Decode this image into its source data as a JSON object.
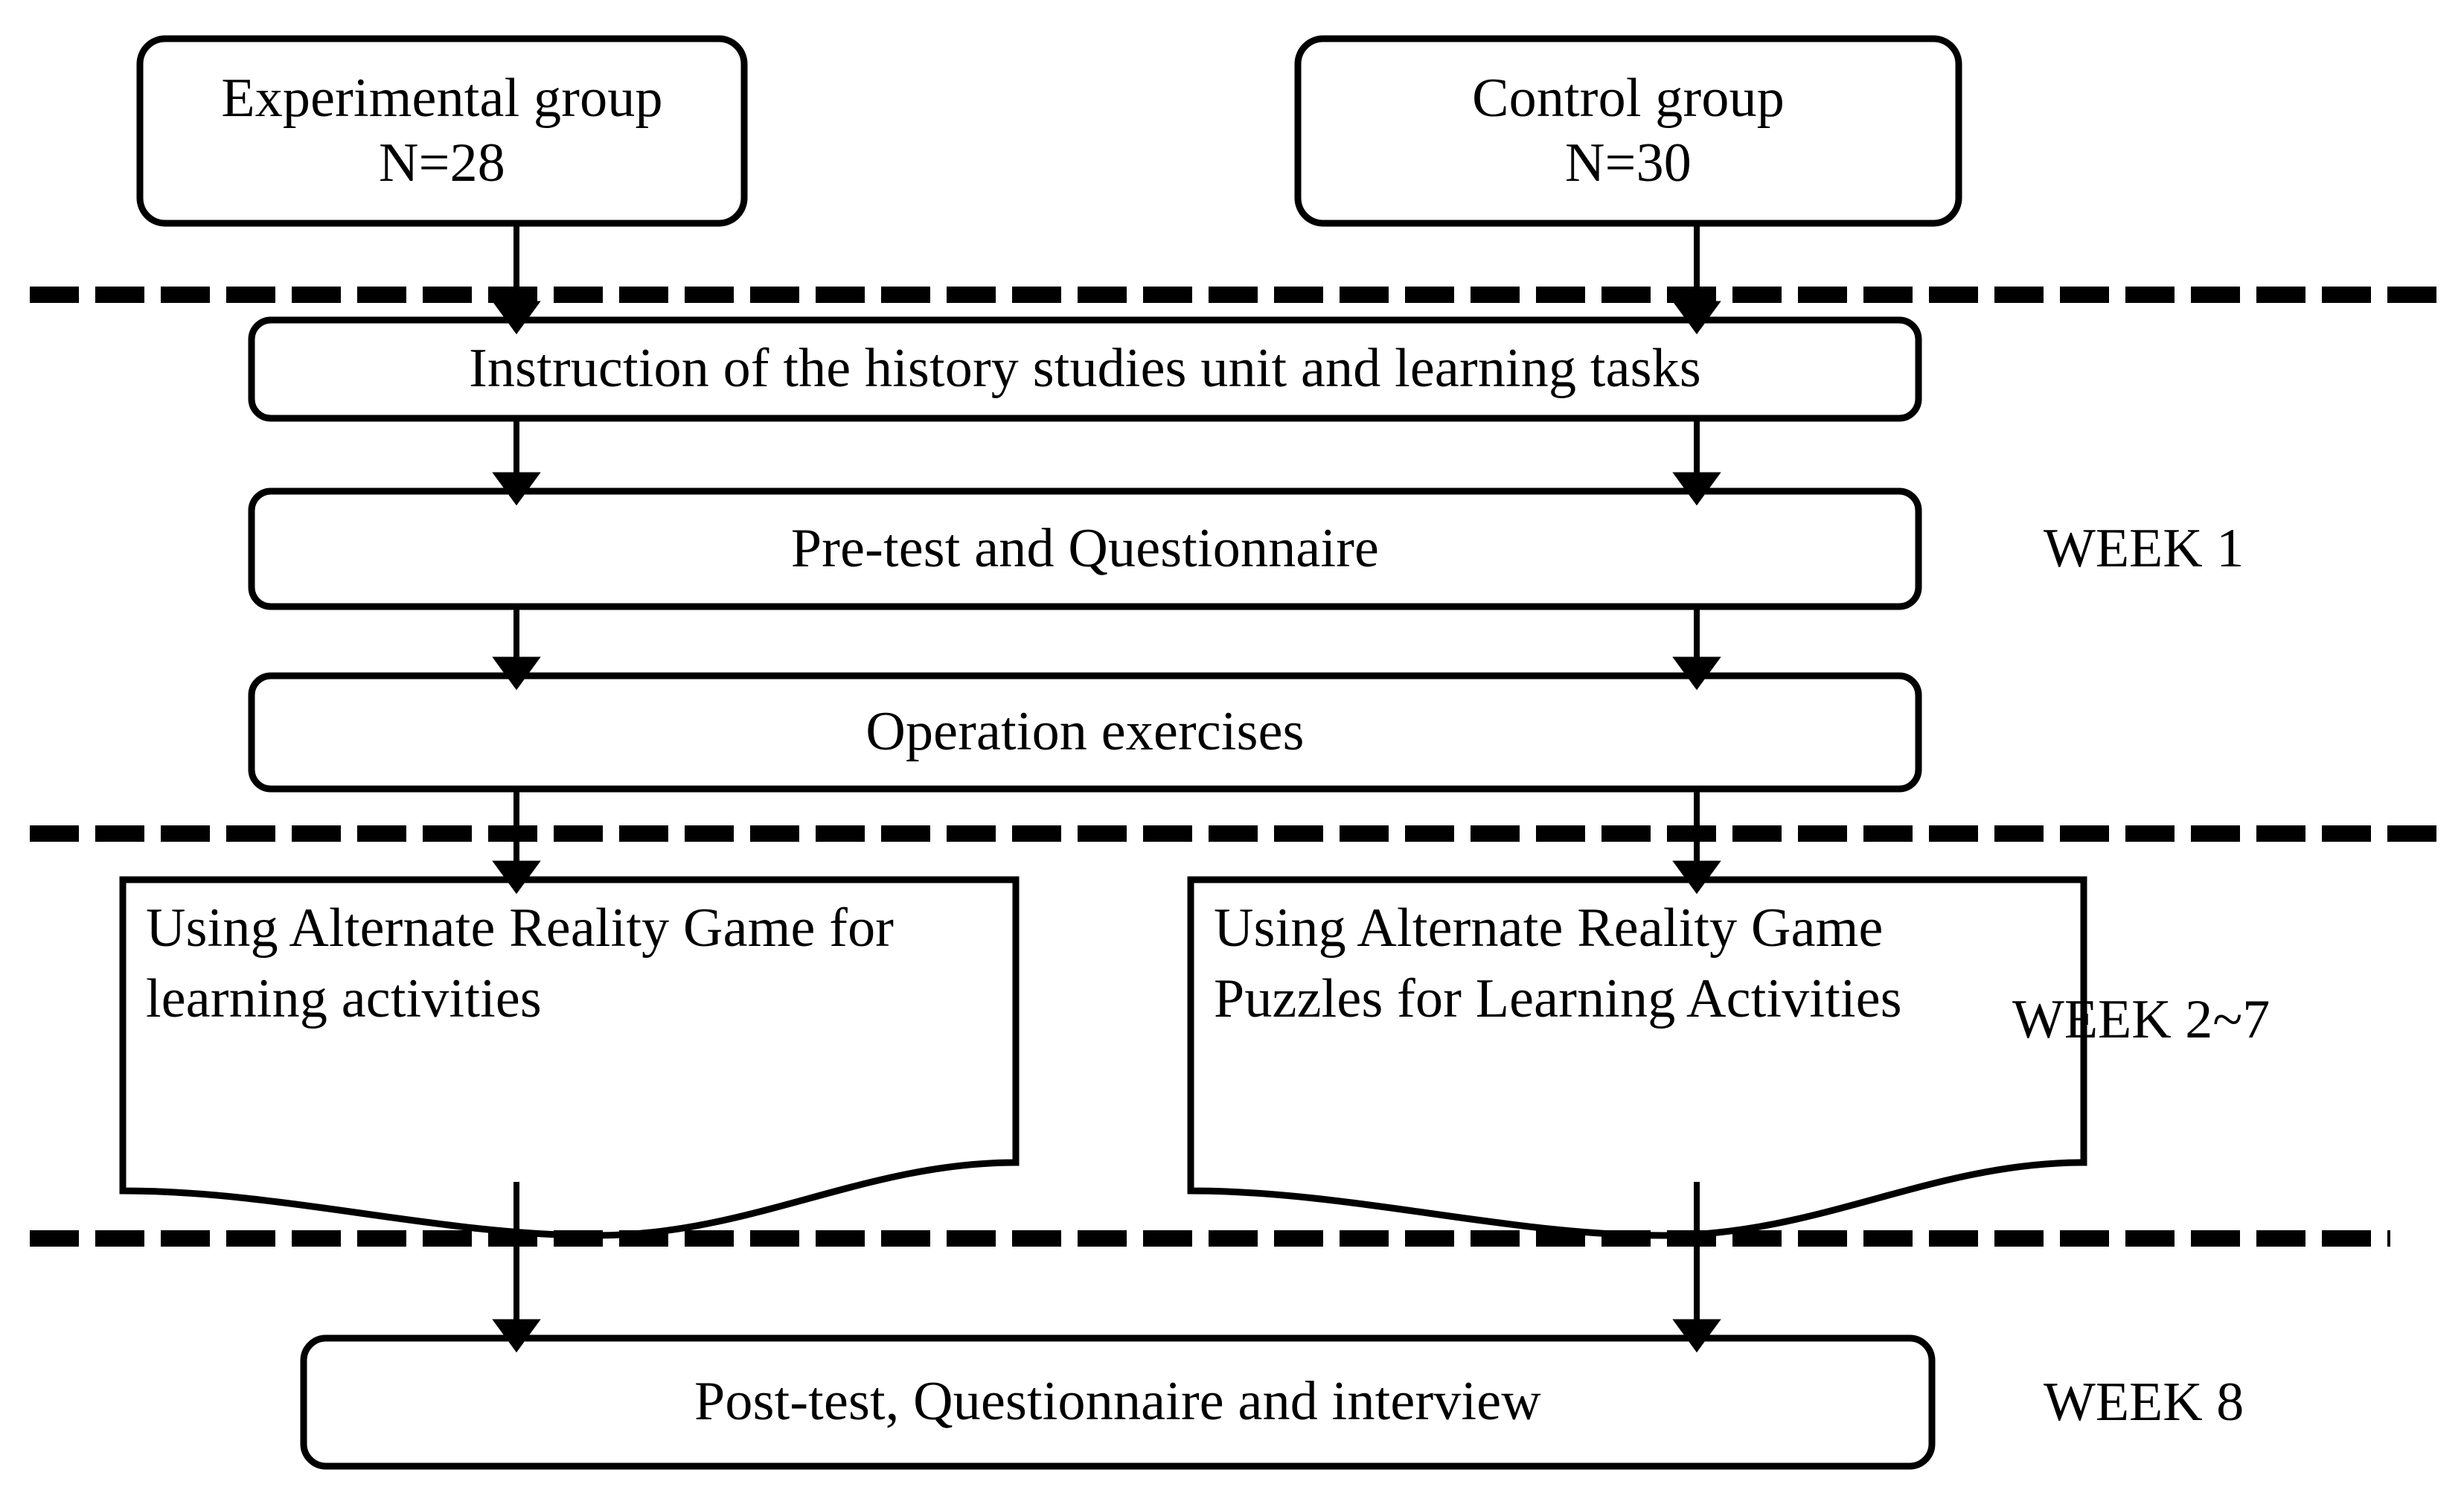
{
  "figure": {
    "type": "flowchart",
    "orientation": "top-to-bottom",
    "background_color": "#ffffff",
    "line_color": "#000000"
  },
  "nodes": {
    "experimental_group": {
      "label": "Experimental group\nN=28",
      "shape": "rounded-rectangle",
      "column": "left"
    },
    "control_group": {
      "label": "Control group\nN=30",
      "shape": "rounded-rectangle",
      "column": "right"
    },
    "instruction": {
      "label": "Instruction of the history studies unit and learning tasks",
      "shape": "rounded-rectangle",
      "column": "both"
    },
    "pretest": {
      "label": "Pre-test and Questionnaire",
      "shape": "rounded-rectangle",
      "column": "both"
    },
    "operation": {
      "label": "Operation exercises",
      "shape": "rounded-rectangle",
      "column": "both"
    },
    "arg_left": {
      "label": "Using Alternate Reality Game for learning activities",
      "shape": "document",
      "column": "left"
    },
    "arg_right": {
      "label": "Using Alternate Reality Game Puzzles for Learning Activities",
      "shape": "document",
      "column": "right"
    },
    "posttest": {
      "label": "Post-test, Questionnaire and interview",
      "shape": "rounded-rectangle",
      "column": "both"
    }
  },
  "phase_labels": {
    "week1": "WEEK 1",
    "week2_7": "WEEK 2~7",
    "week8": "WEEK 8"
  },
  "dividers": {
    "style": "dashed",
    "count": 3
  }
}
